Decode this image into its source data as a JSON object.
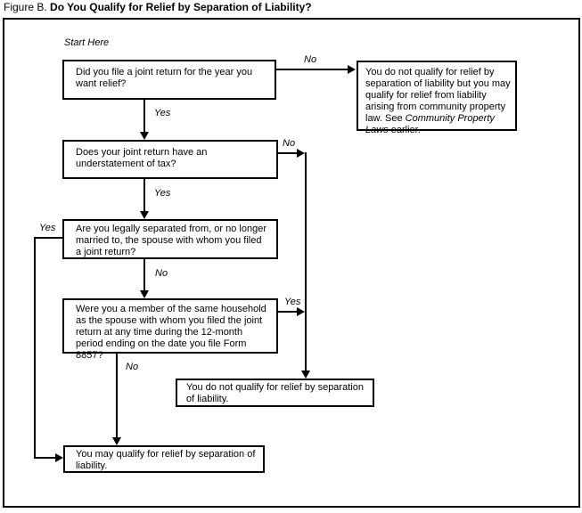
{
  "title": {
    "prefix": "Figure B. ",
    "main": "Do You Qualify for Relief by Separation of Liability?"
  },
  "flowchart": {
    "start_label": "Start Here",
    "boxes": {
      "joint_return": "Did you file a joint return for the year you want relief?",
      "community_property": {
        "before": "You do not qualify for relief by separation of liability but you may qualify for relief from liability arising from community property law. See ",
        "italic": "Community Property Laws",
        "after": " earlier."
      },
      "understatement": "Does your joint return have an understatement of tax?",
      "legally_separated": "Are you legally separated from, or no longer married to, the spouse with whom you filed a joint return?",
      "same_household": "Were you a member of the same household as the spouse with whom you filed the joint return at any time during the 12-month period ending on the date you file Form 8857?",
      "not_qualify": "You do not qualify for relief by separation of liability.",
      "may_qualify": "You may qualify for relief by separation of liability."
    },
    "edges": {
      "joint_return_no": "No",
      "joint_return_yes": "Yes",
      "understatement_no": "No",
      "understatement_yes": "Yes",
      "legally_separated_yes": "Yes",
      "legally_separated_no": "No",
      "same_household_yes": "Yes",
      "same_household_no": "No"
    }
  },
  "colors": {
    "background": "#ffffff",
    "line": "#000000",
    "text": "#000000"
  }
}
